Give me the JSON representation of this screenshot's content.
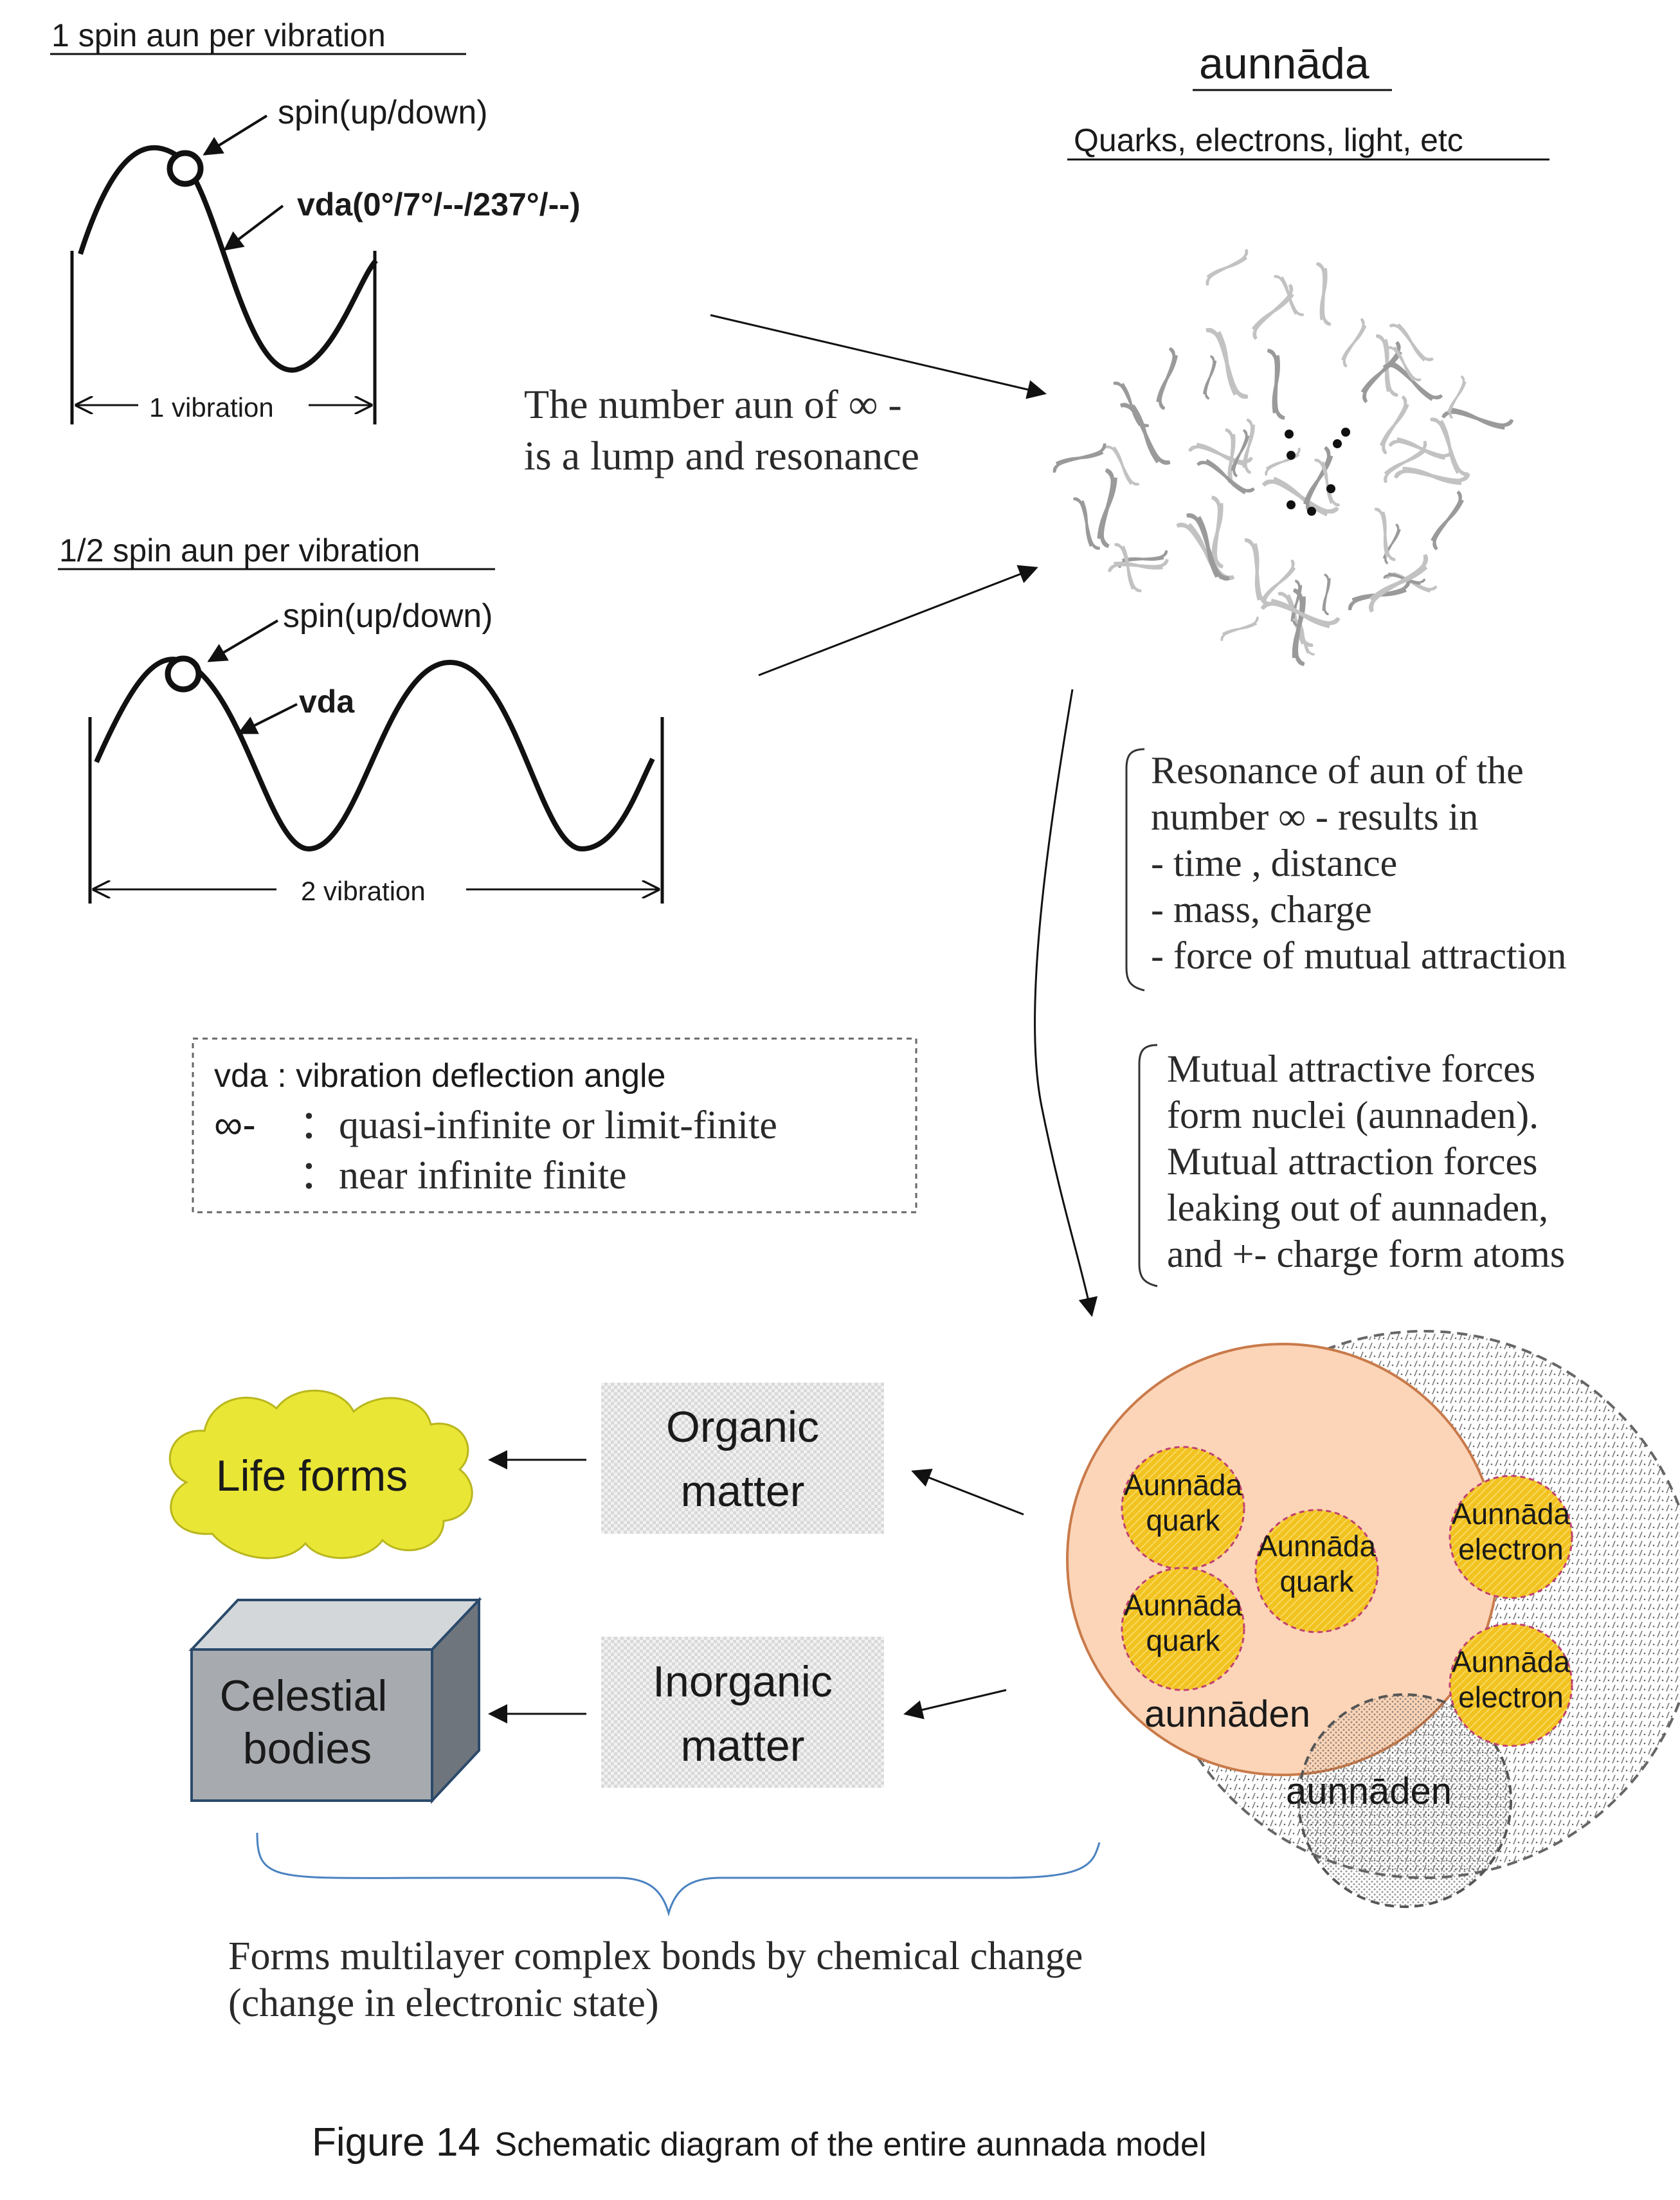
{
  "waves": {
    "one_spin": {
      "heading": "1 spin aun per vibration",
      "spin_label": "spin(up/down)",
      "vda_label": "vda(0°/7°/--/237°/--)",
      "span_label": "1 vibration"
    },
    "half_spin": {
      "heading": "1/2 spin aun per vibration",
      "spin_label": "spin(up/down)",
      "vda_label": "vda",
      "span_label": "2 vibration"
    }
  },
  "aunnada": {
    "title": "aunnāda",
    "subtitle": "Quarks, electrons, light, etc"
  },
  "lump_text": {
    "line1": "The number aun of ∞ -",
    "line2": "is a lump and resonance"
  },
  "resonance": {
    "lines": [
      "Resonance of aun of the",
      "number ∞ - results in",
      " - time , distance",
      " - mass, charge",
      " - force of mutual attraction"
    ]
  },
  "attraction": {
    "lines": [
      "Mutual attractive forces",
      "form nuclei (aunnaden).",
      "Mutual attraction forces",
      "leaking out of aunnaden,",
      "and +- charge form atoms"
    ]
  },
  "legend": {
    "vda_line": "vda : vibration deflection angle",
    "inf_symbol": "∞-",
    "inf_line1": "：quasi-infinite or limit-finite",
    "inf_line2": "：near infinite finite"
  },
  "matter": {
    "life_forms": "Life forms",
    "organic_line1": "Organic",
    "organic_line2": "matter",
    "inorganic_line1": "Inorganic",
    "inorganic_line2": "matter",
    "celestial_line1": "Celestial",
    "celestial_line2": "bodies"
  },
  "atom": {
    "quark_line1": "Aunnāda",
    "quark_line2": "quark",
    "electron_line1": "Aunnāda",
    "electron_line2": "electron",
    "nucleus_label": "aunnāden",
    "secondary_label": "aunnāden"
  },
  "bonds": {
    "line1": "Forms multilayer complex bonds by chemical change",
    "line2": "(change in electronic state)"
  },
  "caption": {
    "figure": "Figure 14",
    "text": "Schematic diagram of the entire aunnada model"
  },
  "colors": {
    "life_forms_cloud": "#e9e635",
    "nucleus_fill": "#fcd5b8",
    "nucleus_stroke": "#c97a4a",
    "particle_fill": "#f2c21f",
    "particle_stroke": "#c04070",
    "cube_front": "#a7abb0",
    "cube_top": "#d4d7da",
    "cube_side": "#6f757c",
    "cube_edge": "#2b4a6b"
  }
}
